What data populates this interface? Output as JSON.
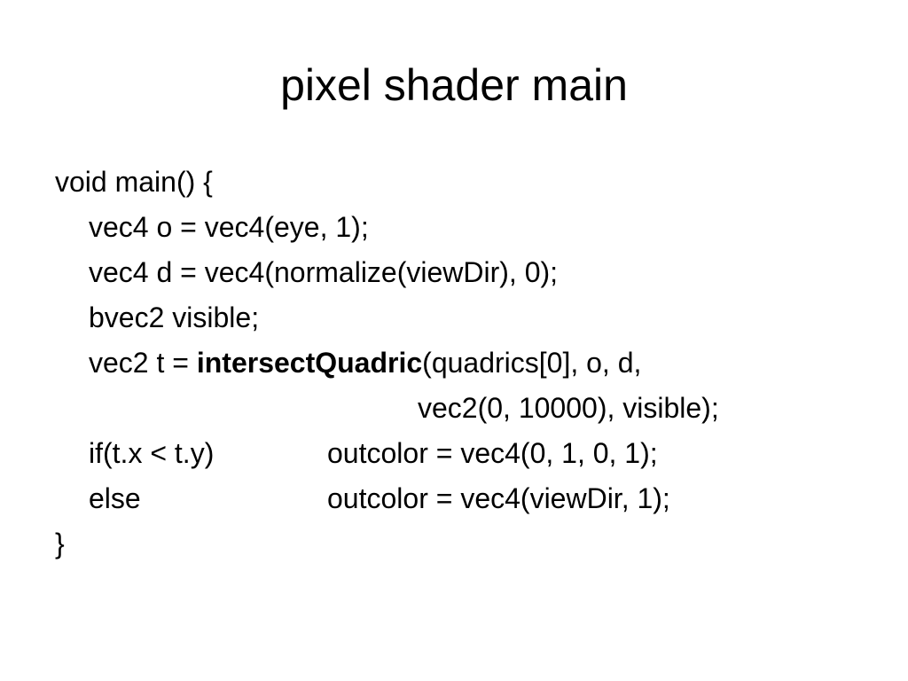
{
  "slide": {
    "title": "pixel shader main",
    "lines": {
      "l1": "void main() {",
      "l2": "vec4 o = vec4(eye, 1);",
      "l3": "vec4 d = vec4(normalize(viewDir), 0);",
      "l4": "bvec2 visible;",
      "l5_prefix": "vec2 t = ",
      "l5_func": "intersectQuadric",
      "l5_suffix": "(quadrics[0], o, d,",
      "l6": "vec2(0, 10000), visible);",
      "l7_cond": "if(t.x < t.y)",
      "l7_stmt": "outcolor = vec4(0, 1, 0, 1);",
      "l8_cond": "else",
      "l8_stmt": "outcolor = vec4(viewDir, 1);",
      "l9": "}"
    }
  }
}
